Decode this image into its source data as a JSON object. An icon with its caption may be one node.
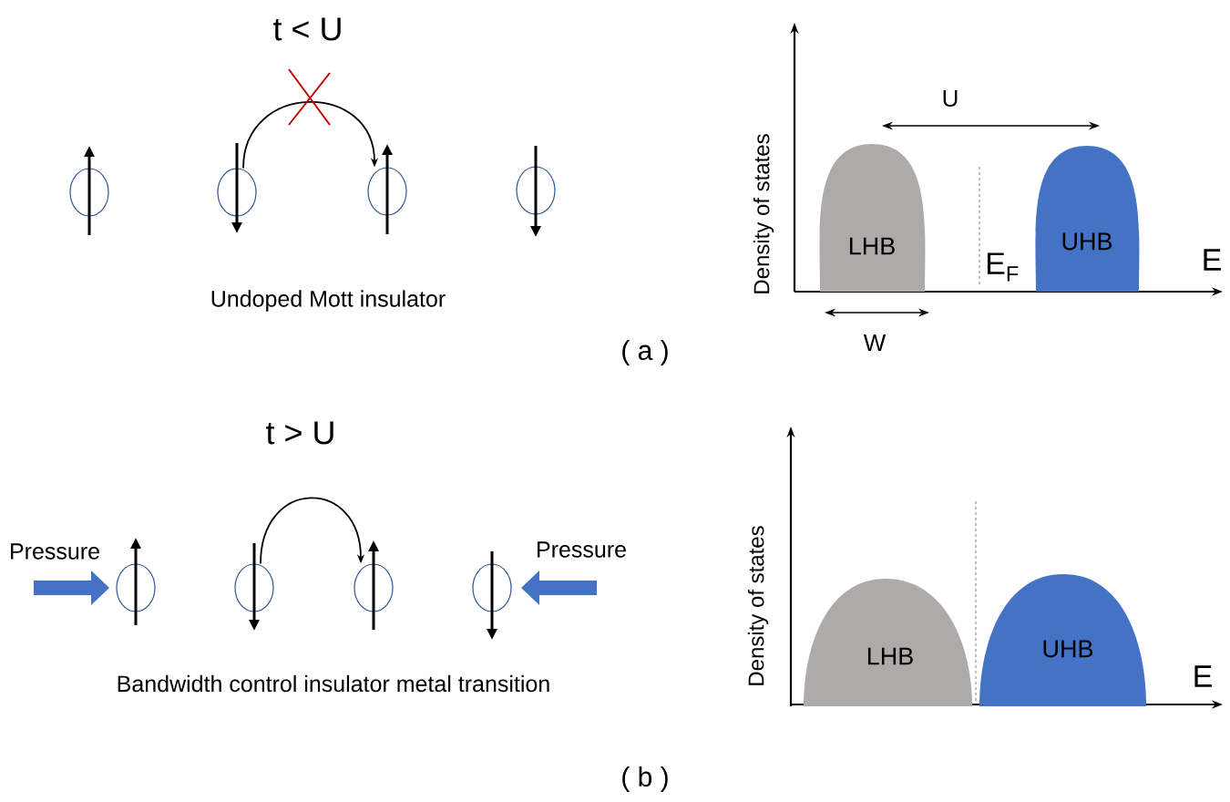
{
  "diagram": {
    "nodes": [
      {
        "text": [],
        "shape": "circle"
      },
      {
        "text": [],
        "shape": "circle"
      },
      {
        "text": [],
        "shape": "circle"
      },
      {
        "text": [],
        "shape": "circle"
      },
      {
        "text": [
          "LHB"
        ]
      },
      {
        "text": [
          "UHB"
        ]
      },
      {
        "text": [],
        "shape": "circle"
      },
      {
        "text": [],
        "shape": "circle"
      },
      {
        "text": [],
        "shape": "circle"
      },
      {
        "text": [],
        "shape": "circle"
      },
      {
        "text": [
          "LHB"
        ]
      },
      {
        "text": [
          "UHB"
        ]
      }
    ],
    "edges": [
      {
        "from": 1,
        "to": 2,
        "arrow": "to"
      },
      {
        "from": 7,
        "to": 8,
        "arrow": "to"
      }
    ],
    "labels": [
      "t < U",
      "Undoped Mott insulator",
      "( a )",
      "Density of states",
      "U",
      "E$_{F}$",
      "E",
      "W",
      "t > U",
      "Pressure",
      "Pressure",
      "Bandwidth control insulator metal transition",
      "( b )",
      "Density of states",
      "E"
    ]
  }
}
